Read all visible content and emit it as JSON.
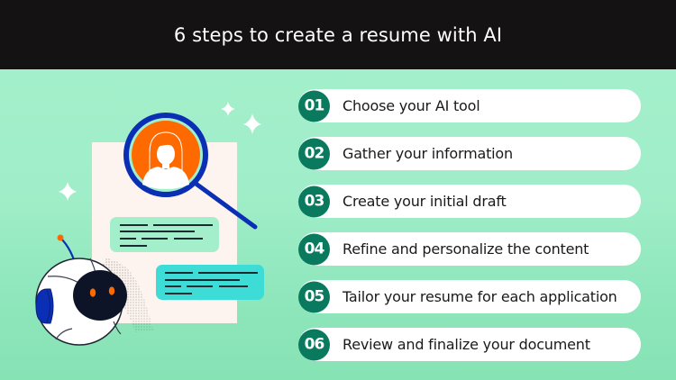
{
  "header": {
    "title": "6 steps to create a resume with AI"
  },
  "steps": [
    {
      "number": "01",
      "label": "Choose your AI tool"
    },
    {
      "number": "02",
      "label": "Gather your information"
    },
    {
      "number": "03",
      "label": "Create your initial draft"
    },
    {
      "number": "04",
      "label": "Refine and personalize the content"
    },
    {
      "number": "05",
      "label": "Tailor your resume for each application"
    },
    {
      "number": "06",
      "label": "Review and finalize your document"
    }
  ],
  "illustration": {
    "icons": [
      "resume-document-icon",
      "magnifying-glass-icon",
      "person-avatar-icon",
      "chat-bubble-icon",
      "robot-icon",
      "sparkle-icon"
    ]
  },
  "colors": {
    "header_bg": "#141213",
    "background_mint": "#a3efcb",
    "badge_green": "#0a7a5e",
    "pill_bg": "#ffffff",
    "avatar_orange": "#ff6a00",
    "magnifier_blue": "#0a2fb5",
    "bubble_mint": "#a3efcb",
    "bubble_teal": "#3ddcd6",
    "paper": "#fdf4ef",
    "robot_face": "#0e1428"
  }
}
